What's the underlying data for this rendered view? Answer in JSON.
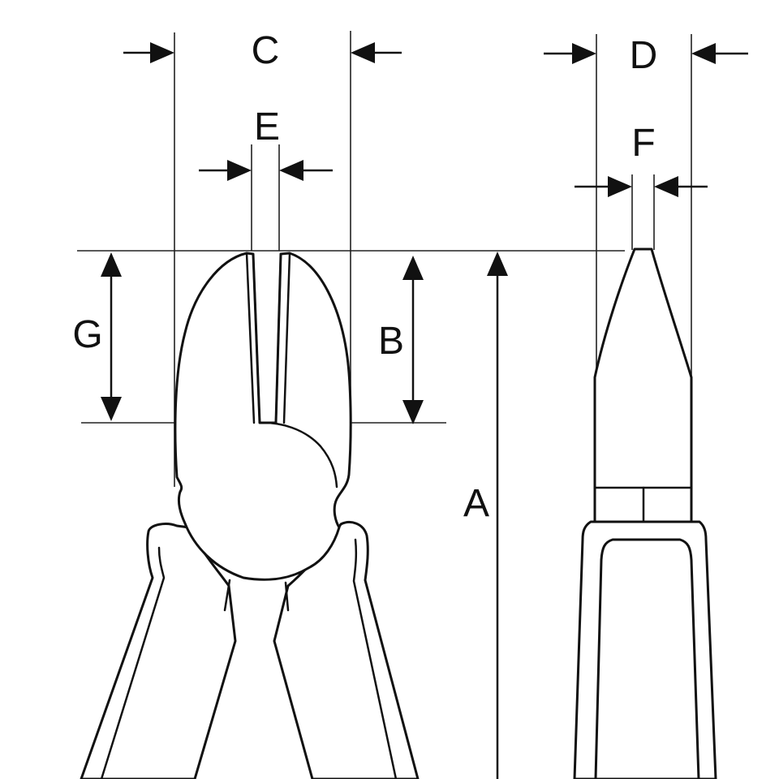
{
  "figure": {
    "colors": {
      "ink": "#111111",
      "background": "#ffffff"
    },
    "dimensions": {
      "A": "A",
      "B": "B",
      "C": "C",
      "D": "D",
      "E": "E",
      "F": "F",
      "G": "G"
    },
    "views": [
      "front-view",
      "side-view"
    ],
    "subject": "diagonal-cutting-pliers"
  }
}
